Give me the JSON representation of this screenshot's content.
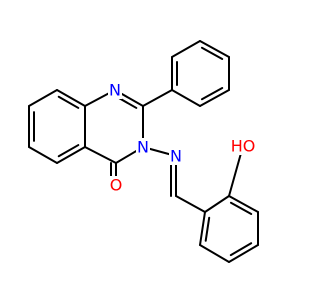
{
  "molecule": {
    "atom_labels": {
      "n_ring_top": "N",
      "n_ring_sub": "N",
      "n_imine": "N",
      "o_carbonyl": "O",
      "oh": "HO"
    },
    "colors": {
      "bond": "#000000",
      "nitrogen": "#0000ff",
      "oxygen": "#ff0000",
      "background": "#ffffff"
    }
  }
}
